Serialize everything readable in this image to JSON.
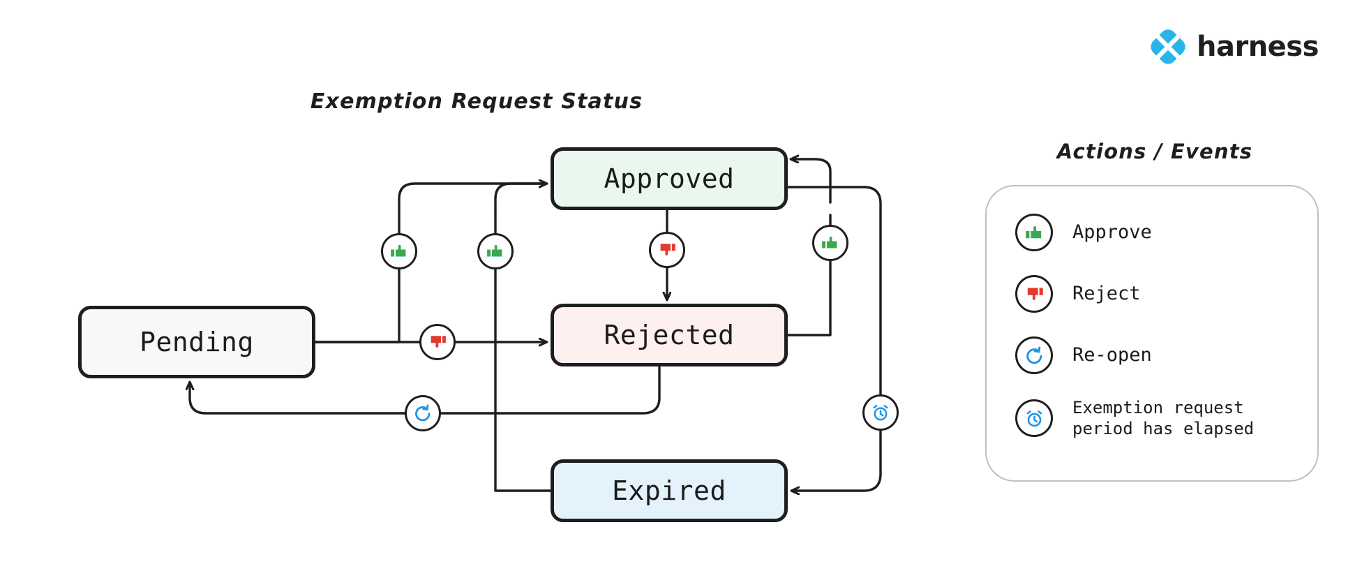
{
  "brand": {
    "name": "harness",
    "logo_icon": "harness-diamond-logo",
    "accent_color": "#29B5E8",
    "wordmark_color": "#231f20"
  },
  "diagram": {
    "title": "Exemption Request Status",
    "type": "state-machine",
    "states": [
      {
        "id": "pending",
        "label": "Pending",
        "fill": "#f7f8fa",
        "border": "#1e1e1e"
      },
      {
        "id": "approved",
        "label": "Approved",
        "fill": "#e9f7ef",
        "border": "#1e1e1e"
      },
      {
        "id": "rejected",
        "label": "Rejected",
        "fill": "#fdf0ee",
        "border": "#1e1e1e"
      },
      {
        "id": "expired",
        "label": "Expired",
        "fill": "#e4f2fb",
        "border": "#1e1e1e"
      }
    ],
    "transitions": [
      {
        "from": "pending",
        "to": "approved",
        "action": "approve",
        "icon": "thumbs-up-icon"
      },
      {
        "from": "pending",
        "to": "rejected",
        "action": "reject",
        "icon": "thumbs-down-icon"
      },
      {
        "from": "approved",
        "to": "rejected",
        "action": "reject",
        "icon": "thumbs-down-icon"
      },
      {
        "from": "rejected",
        "to": "approved",
        "action": "approve",
        "icon": "thumbs-up-icon"
      },
      {
        "from": "rejected",
        "to": "pending",
        "action": "re-open",
        "icon": "reopen-icon"
      },
      {
        "from": "expired",
        "to": "approved",
        "action": "approve",
        "icon": "thumbs-up-icon"
      },
      {
        "from": "approved",
        "to": "expired",
        "action": "exemption-period-elapsed",
        "icon": "alarm-clock-icon"
      }
    ]
  },
  "legend": {
    "title": "Actions / Events",
    "items": [
      {
        "icon": "thumbs-up-icon",
        "label": "Approve",
        "color": "#3aaa52"
      },
      {
        "icon": "thumbs-down-icon",
        "label": "Reject",
        "color": "#e23a2e"
      },
      {
        "icon": "reopen-icon",
        "label": "Re-open",
        "color": "#1f95e8"
      },
      {
        "icon": "alarm-clock-icon",
        "label": "Exemption request\nperiod has elapsed",
        "color": "#1f95e8"
      }
    ]
  },
  "colors": {
    "approve_green": "#3aaa52",
    "reject_red": "#e23a2e",
    "info_blue": "#1f95e8",
    "stroke_dark": "#1e1e1e",
    "panel_border": "#bfbfbf",
    "background": "#ffffff"
  }
}
